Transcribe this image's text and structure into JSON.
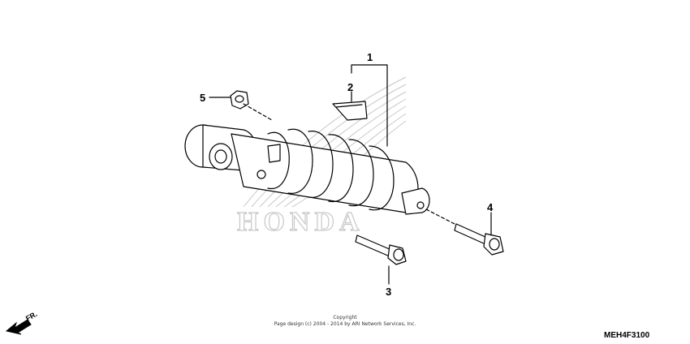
{
  "callouts": {
    "c1": "1",
    "c2": "2",
    "c3": "3",
    "c4": "4",
    "c5": "5"
  },
  "copyright": {
    "line1": "Copyright",
    "line2": "Page design (c) 2004 - 2014 by ARI Network Services, Inc."
  },
  "diagram_code": "MEH4F3100",
  "direction_label": "FR.",
  "watermark": {
    "brand": "HONDA",
    "color": "#c8c8c8"
  },
  "colors": {
    "ink": "#000000",
    "background": "#ffffff"
  }
}
